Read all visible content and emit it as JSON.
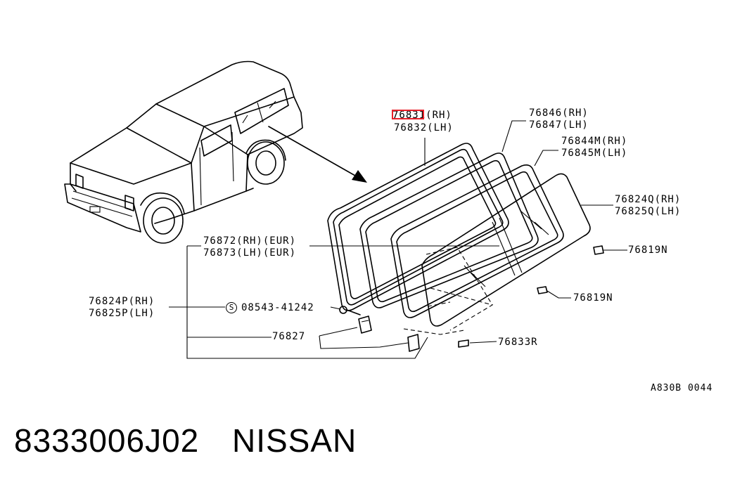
{
  "parts": {
    "p76831": "76831(RH)",
    "p76832": "76832(LH)",
    "p76846": "76846(RH)",
    "p76847": "76847(LH)",
    "p76844m": "76844M(RH)",
    "p76845m": "76845M(LH)",
    "p76824q": "76824Q(RH)",
    "p76825q": "76825Q(LH)",
    "p76819n_a": "76819N",
    "p76872": "76872(RH)(EUR)",
    "p76873": "76873(LH)(EUR)",
    "p76824p": "76824P(RH)",
    "p76825p": "76825P(LH)",
    "p08543": "08543-41242",
    "s_symbol": "S",
    "p76819n_b": "76819N",
    "p76827": "76827",
    "p76833r": "76833R"
  },
  "diagram_ref": "A830B 0044",
  "footer": {
    "part_number": "8333006J02",
    "brand": "NISSAN"
  },
  "highlight_color": "#e8202a"
}
